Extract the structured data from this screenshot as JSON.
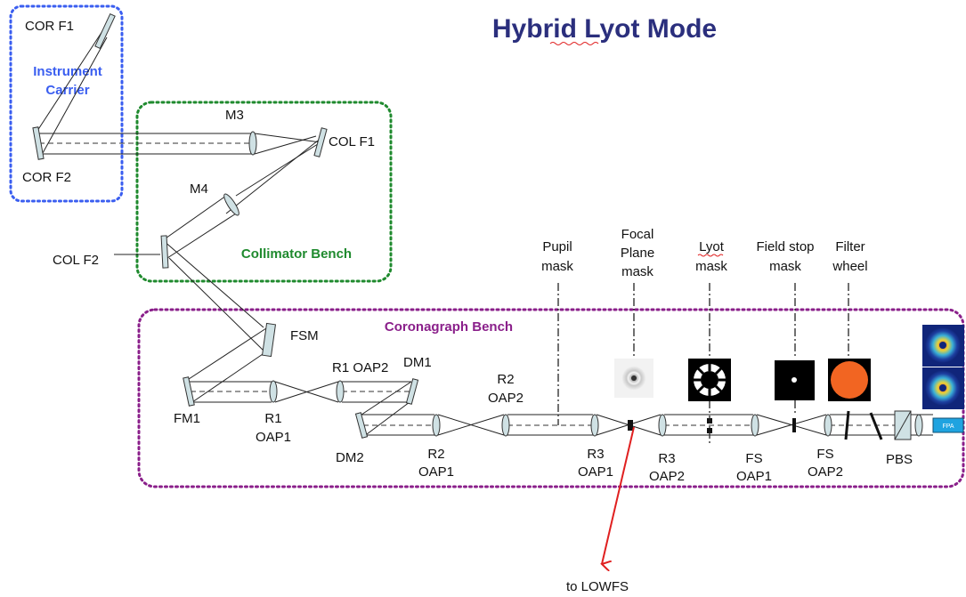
{
  "title": "Hybrid Lyot Mode",
  "regions": {
    "instrument_carrier": {
      "label_line1": "Instrument",
      "label_line2": "Carrier",
      "color": "#3a5ef0"
    },
    "collimator_bench": {
      "label": "Collimator Bench",
      "color": "#1f8a2e"
    },
    "coronagraph_bench": {
      "label": "Coronagraph Bench",
      "color": "#8a1f8a"
    }
  },
  "components": {
    "cor_f1": "COR F1",
    "cor_f2": "COR F2",
    "m3": "M3",
    "col_f1": "COL F1",
    "m4": "M4",
    "col_f2": "COL F2",
    "fsm": "FSM",
    "fm1": "FM1",
    "r1_oap1_a": "R1",
    "r1_oap1_b": "OAP1",
    "r1_oap2": "R1 OAP2",
    "dm1": "DM1",
    "dm2": "DM2",
    "r2_oap1_a": "R2",
    "r2_oap1_b": "OAP1",
    "r2_oap2_a": "R2",
    "r2_oap2_b": "OAP2",
    "r3_oap1_a": "R3",
    "r3_oap1_b": "OAP1",
    "r3_oap2_a": "R3",
    "r3_oap2_b": "OAP2",
    "fs_oap1_a": "FS",
    "fs_oap1_b": "OAP1",
    "fs_oap2_a": "FS",
    "fs_oap2_b": "OAP2",
    "pbs": "PBS",
    "fpa": "FPA"
  },
  "planes": {
    "pupil_mask_a": "Pupil",
    "pupil_mask_b": "mask",
    "focal_plane_mask_a": "Focal",
    "focal_plane_mask_b": "Plane",
    "focal_plane_mask_c": "mask",
    "lyot_mask_a": "Lyot",
    "lyot_mask_b": "mask",
    "field_stop_mask_a": "Field stop",
    "field_stop_mask_b": "mask",
    "filter_wheel_a": "Filter",
    "filter_wheel_b": "wheel"
  },
  "lowfs_label": "to LOWFS",
  "colors": {
    "title": "#2b2f7d",
    "optic_fill": "#cfe1e4",
    "lowfs_arrow": "#e02020",
    "fpa_fill": "#1fa3e0",
    "filter_disk": "#f26522"
  }
}
